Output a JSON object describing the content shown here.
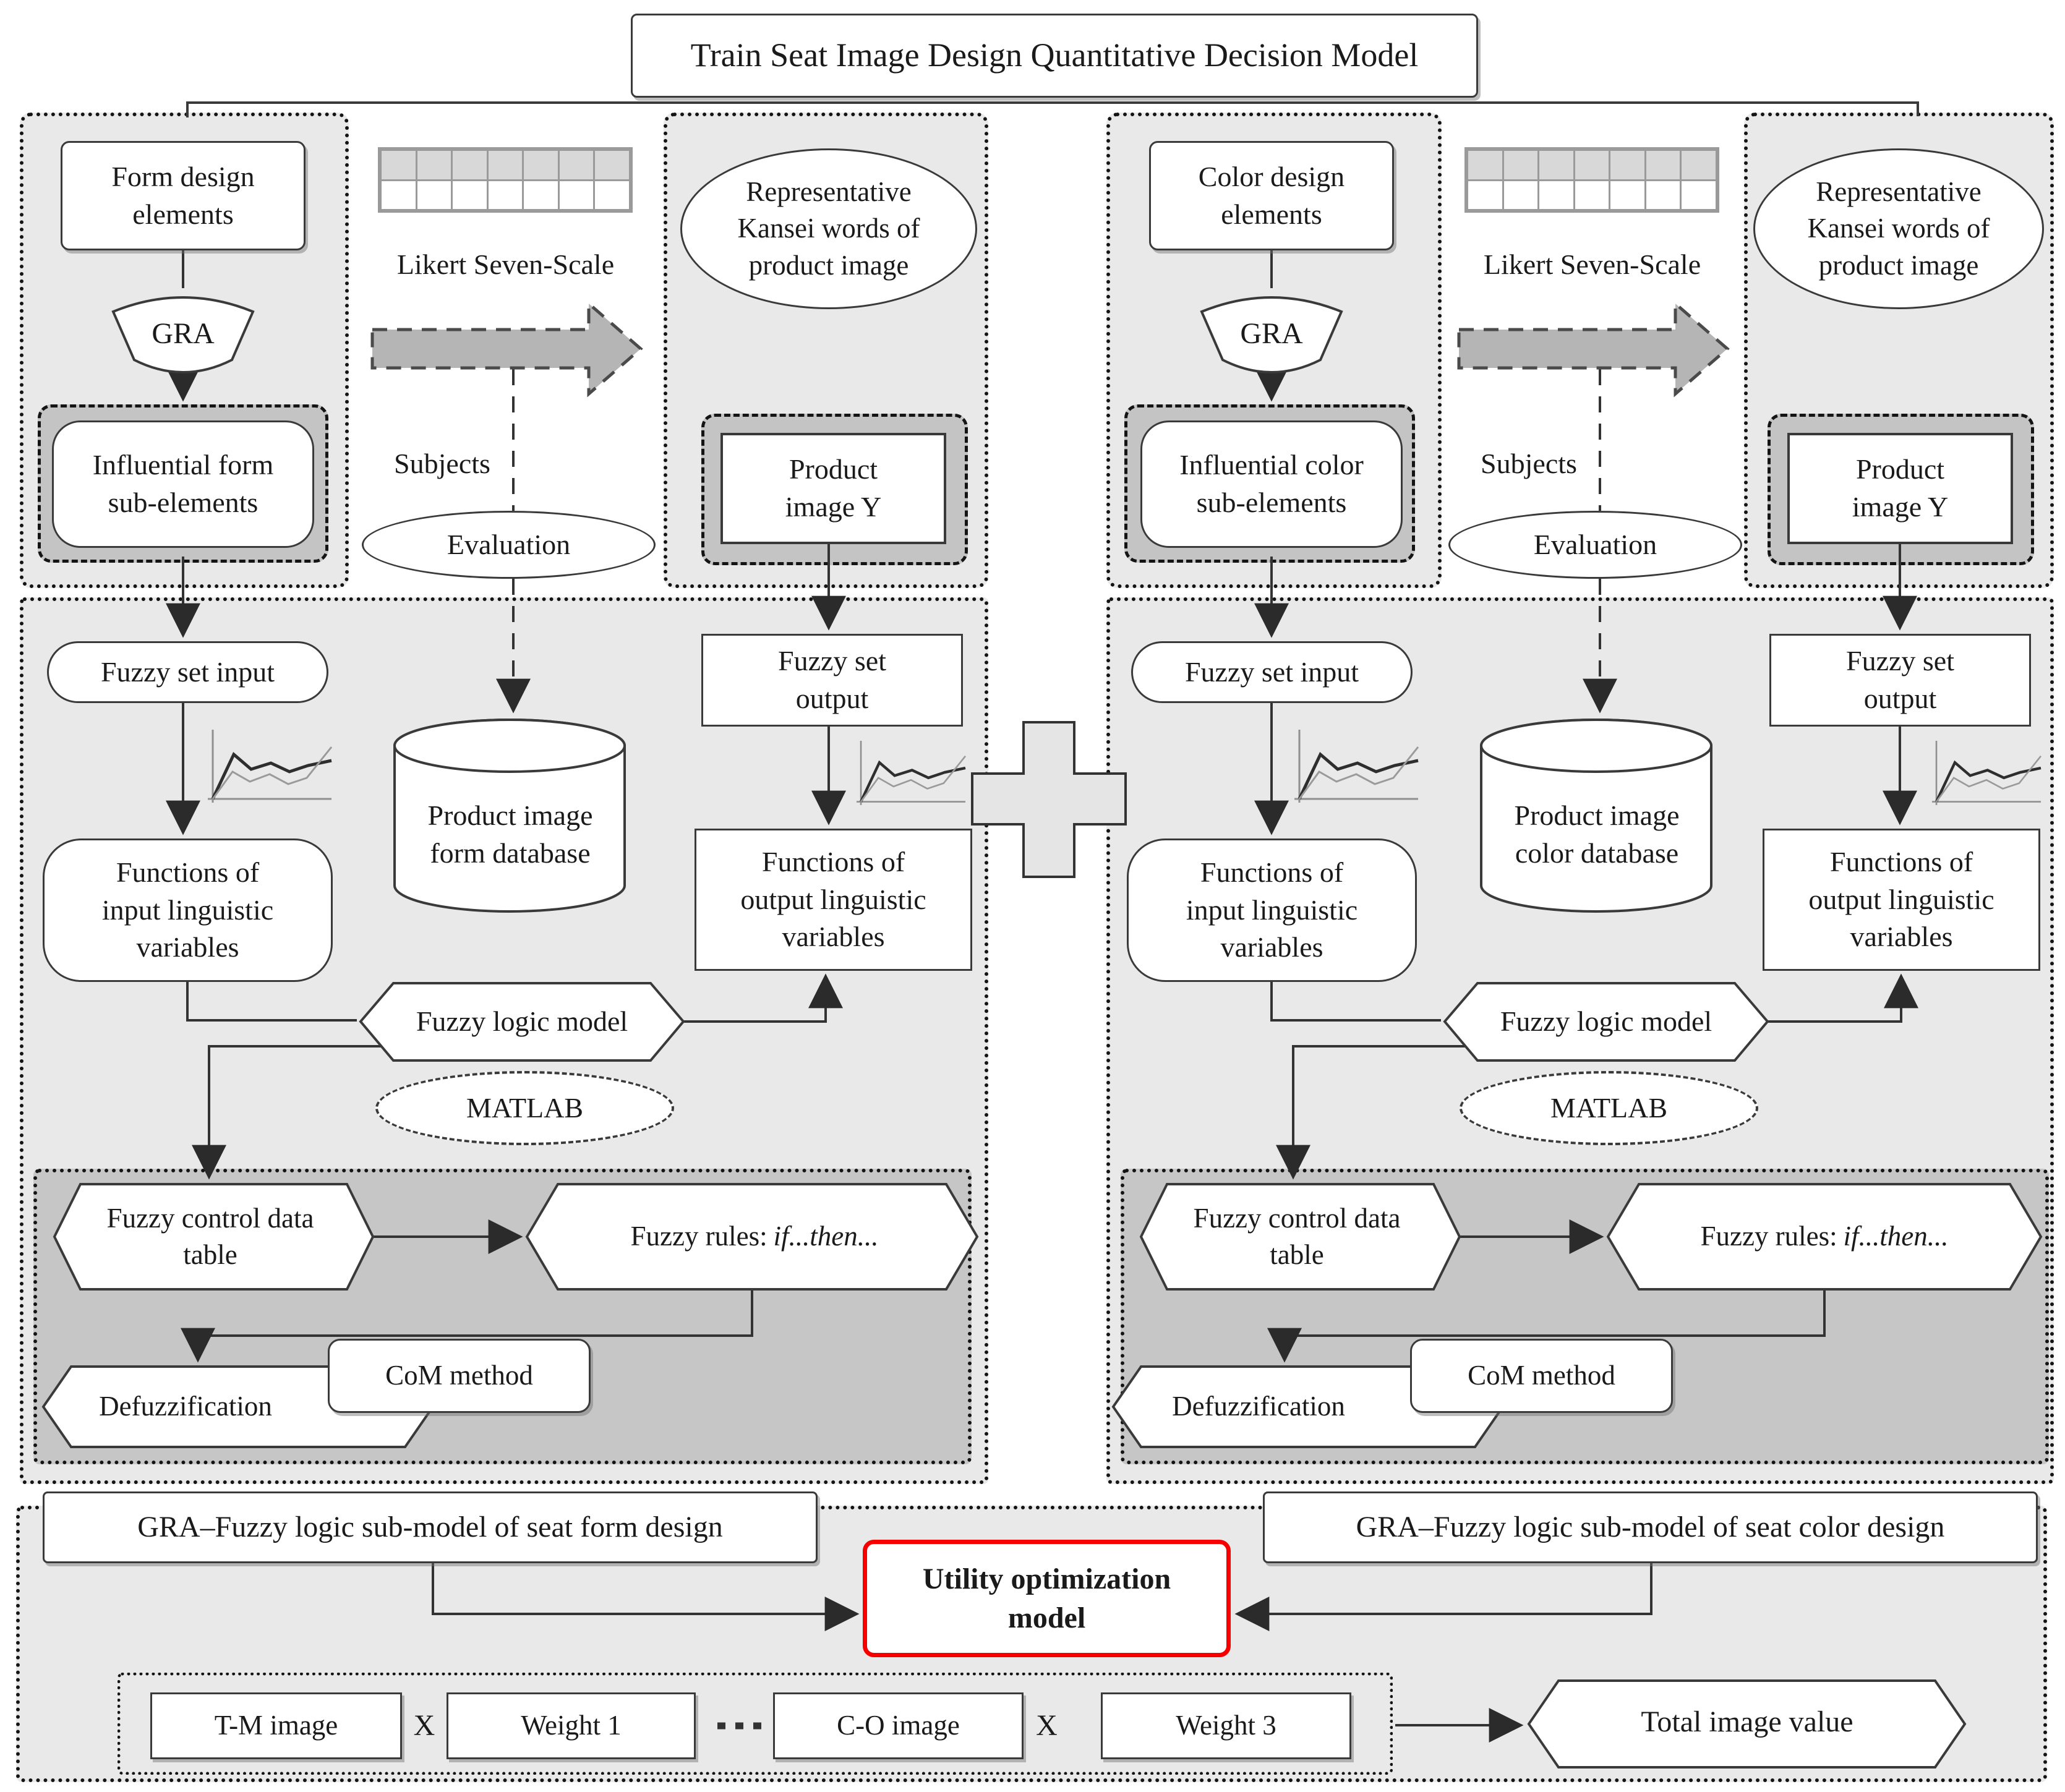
{
  "title": "Train Seat Image Design Quantitative Decision Model",
  "branches": [
    {
      "name": "form",
      "design_elements": "Form design\nelements",
      "gra_label": "GRA",
      "influential_sub_elements": "Influential form\nsub-elements",
      "likert_label": "Likert Seven-Scale",
      "subjects_label": "Subjects",
      "evaluation_label": "Evaluation",
      "kansei_words": "Representative\nKansei words of\nproduct image",
      "product_image_y": "Product\nimage Y",
      "fuzzy_set_input": "Fuzzy set input",
      "functions_input": "Functions of\ninput linguistic\nvariables",
      "database_label": "Product image\nform database",
      "fuzzy_set_output": "Fuzzy set\noutput",
      "functions_output": "Functions of\noutput linguistic\nvariables",
      "fuzzy_logic_model": "Fuzzy logic model",
      "matlab_label": "MATLAB",
      "fuzzy_control_table": "Fuzzy control data\ntable",
      "fuzzy_rules_prefix": "Fuzzy rules:",
      "fuzzy_rules_italic": "if...then...",
      "defuzzification": "Defuzzification",
      "com_method": "CoM method",
      "submodel_label": "GRA–Fuzzy logic sub-model of seat form design"
    },
    {
      "name": "color",
      "design_elements": "Color design\nelements",
      "gra_label": "GRA",
      "influential_sub_elements": "Influential color\nsub-elements",
      "likert_label": "Likert Seven-Scale",
      "subjects_label": "Subjects",
      "evaluation_label": "Evaluation",
      "kansei_words": "Representative\nKansei words of\nproduct image",
      "product_image_y": "Product\nimage Y",
      "fuzzy_set_input": "Fuzzy set input",
      "functions_input": "Functions of\ninput linguistic\nvariables",
      "database_label": "Product image\ncolor database",
      "fuzzy_set_output": "Fuzzy set\noutput",
      "functions_output": "Functions of\noutput linguistic\nvariables",
      "fuzzy_logic_model": "Fuzzy logic model",
      "matlab_label": "MATLAB",
      "fuzzy_control_table": "Fuzzy control data\ntable",
      "fuzzy_rules_prefix": "Fuzzy rules:",
      "fuzzy_rules_italic": "if...then...",
      "defuzzification": "Defuzzification",
      "com_method": "CoM method",
      "submodel_label": "GRA–Fuzzy logic sub-model of seat color design"
    }
  ],
  "bottom": {
    "utility_model": "Utility optimization\nmodel",
    "tm_image": "T-M image",
    "times_1": "X",
    "weight_1": "Weight 1",
    "co_image": "C-O image",
    "times_2": "X",
    "weight_3": "Weight 3",
    "total_image_value": "Total image value"
  },
  "colors": {
    "panel_bg": "#e9e9e9",
    "inner_panel_bg": "#c4c4c4",
    "likert_header_bg": "#d8d8d8",
    "flow_arrow_fill": "#b5b5b5",
    "accent_red": "#f60000",
    "line_color": "#333333"
  },
  "icons": {
    "likert_scale_table": "7x2-grid",
    "flow_arrow": "thick-right-arrow",
    "membership_chart": "line-chart",
    "database": "cylinder",
    "plus": "plus-cross"
  }
}
